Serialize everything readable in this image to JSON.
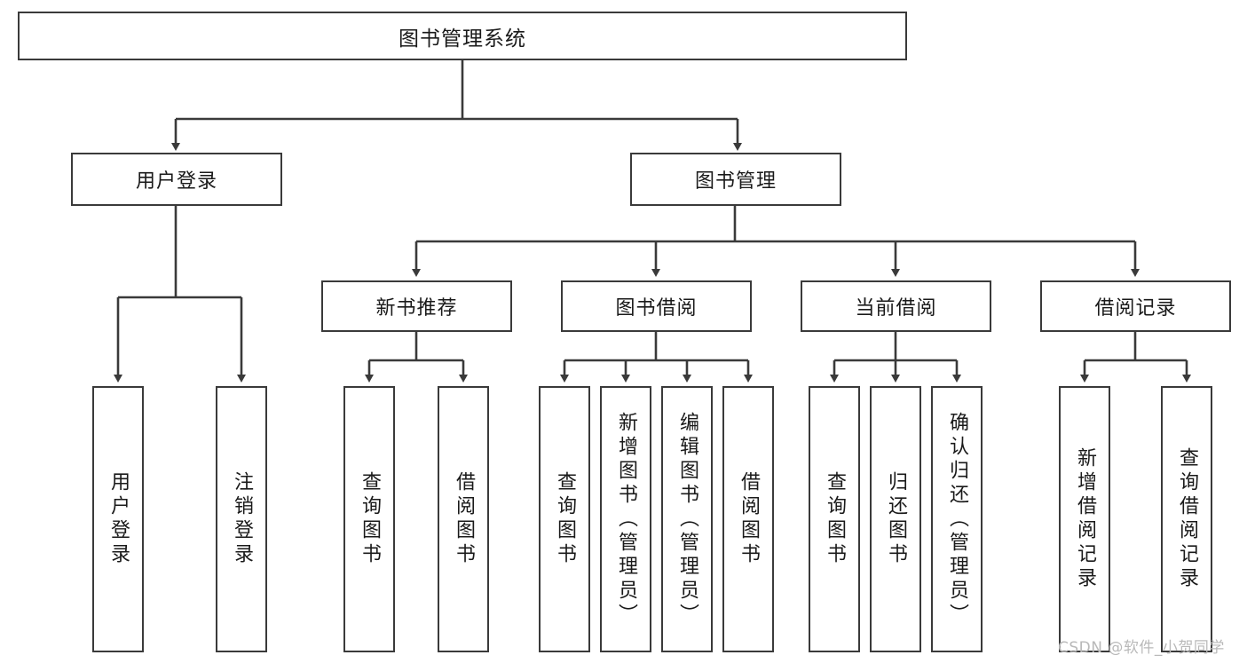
{
  "diagram": {
    "title": "图书管理系统",
    "type": "tree-hierarchy-chart",
    "root": {
      "label": "图书管理系统"
    },
    "level2": [
      {
        "label": "用户登录"
      },
      {
        "label": "图书管理"
      }
    ],
    "level3": [
      {
        "label": "新书推荐"
      },
      {
        "label": "图书借阅"
      },
      {
        "label": "当前借阅"
      },
      {
        "label": "借阅记录"
      }
    ],
    "leaves": {
      "user_login": [
        {
          "label": "用户登录"
        },
        {
          "label": "注销登录"
        }
      ],
      "new_book_recommend": [
        {
          "label": "查询图书"
        },
        {
          "label": "借阅图书"
        }
      ],
      "book_borrow": [
        {
          "label": "查询图书"
        },
        {
          "label": "新增图书（管理员）"
        },
        {
          "label": "编辑图书（管理员）"
        },
        {
          "label": "借阅图书"
        }
      ],
      "current_borrow": [
        {
          "label": "查询图书"
        },
        {
          "label": "归还图书"
        },
        {
          "label": "确认归还（管理员）"
        }
      ],
      "borrow_record": [
        {
          "label": "新增借阅记录"
        },
        {
          "label": "查询借阅记录"
        }
      ]
    }
  },
  "watermark": {
    "text": "CSDN @软件_小贺同学"
  },
  "colors": {
    "border": "#3a3a3a",
    "text": "#1a1a1a",
    "background": "#ffffff",
    "watermark": "#b9b9b9"
  }
}
